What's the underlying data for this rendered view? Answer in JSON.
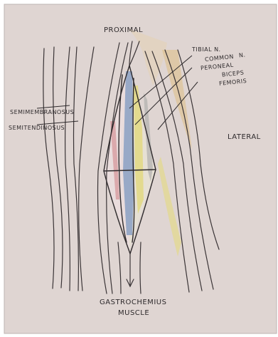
{
  "labels": {
    "proximal": "PROXIMAL",
    "tibial_n": "TIBIAL N.",
    "common": "COMMON",
    "n": "N.",
    "peroneal": "PERONEAL",
    "biceps": "BICEPS",
    "femoris": "FEMORIS",
    "semimembranosus": "SEMIMEMBRANOSUS",
    "semitendinosus": "SEMITENDINOSUS",
    "lateral": "LATERAL",
    "gastrochemius": "GASTROCHEMIUS",
    "muscle": "MUSCLE"
  },
  "colors": {
    "paper": "#dfd5d2",
    "ink": "#2e2a2c",
    "tibial_nerve_blue": "#8fa3c4",
    "peroneal_nerve_yellow": "#e3d98a",
    "artery_red": "#d9a3a6",
    "biceps_orange": "#d9b27a",
    "vein_gray": "#b9b6b4"
  }
}
